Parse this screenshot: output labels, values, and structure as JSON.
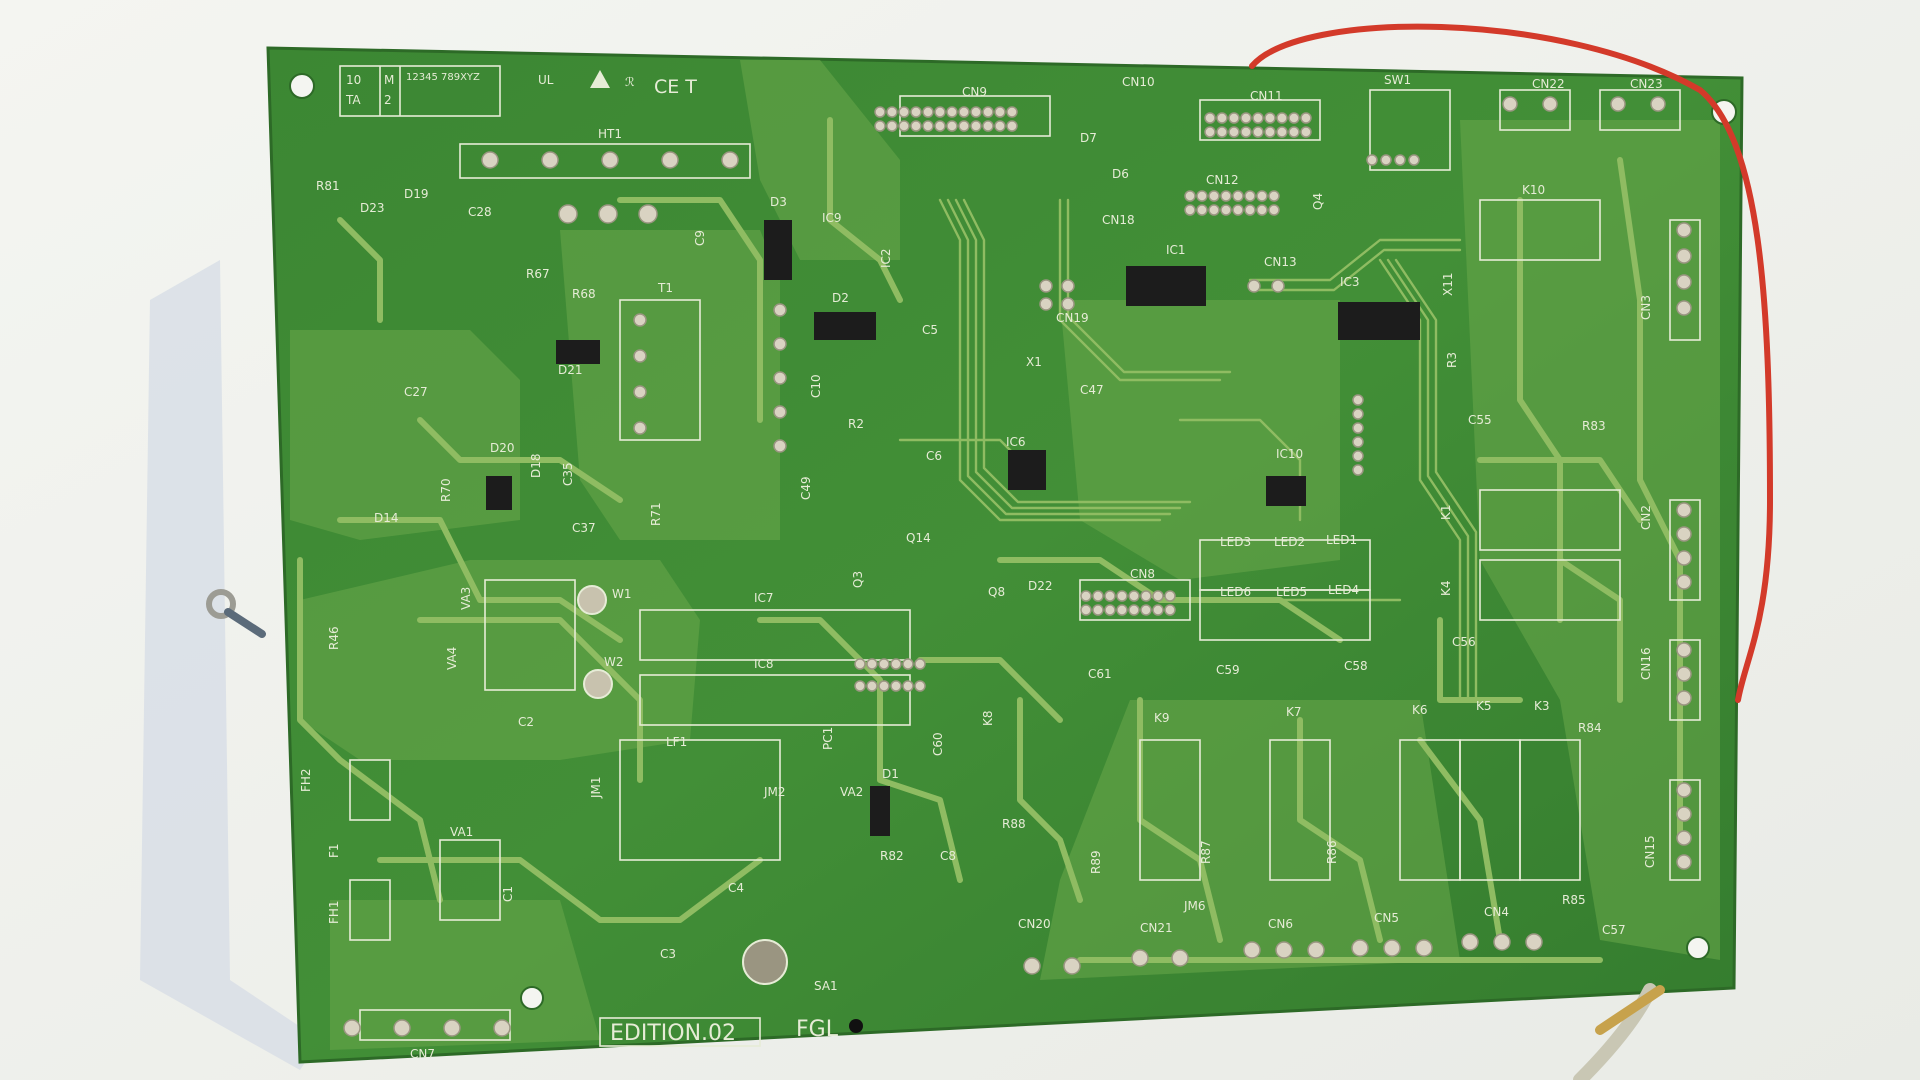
{
  "scene": {
    "description_colors": {
      "board": "#3f8a35",
      "board_dark": "#2f6f2a",
      "trace": "#8fbc62",
      "silkscreen": "#e6ecd6",
      "background": "#f1f2ee",
      "wire_red": "#d33a2a"
    }
  },
  "board": {
    "header_codes": {
      "a": "10",
      "b": "TA",
      "c": "M",
      "d": "2",
      "e": "12345  789XYZ"
    },
    "cert_marks": "CE  T",
    "edition": "EDITION.02",
    "fgl": "FGL"
  },
  "labels": {
    "HT1": "HT1",
    "R81": "R81",
    "D23": "D23",
    "D19": "D19",
    "C28": "C28",
    "C9": "C9",
    "D3": "D3",
    "IC9": "IC9",
    "CN9": "CN9",
    "CN10": "CN10",
    "CN11": "CN11",
    "SW1": "SW1",
    "CN22": "CN22",
    "CN23": "CN23",
    "D7": "D7",
    "D6": "D6",
    "CN18": "CN18",
    "CN12": "CN12",
    "IC1": "IC1",
    "Q4": "Q4",
    "K10": "K10",
    "R67": "R67",
    "R68": "R68",
    "T1": "T1",
    "D2": "D2",
    "IC2": "IC2",
    "CN19": "CN19",
    "CN13": "CN13",
    "IC3": "IC3",
    "X11": "X11",
    "CN3": "CN3",
    "D21": "D21",
    "C5": "C5",
    "C27": "C27",
    "C10": "C10",
    "R2": "R2",
    "X1": "X1",
    "C47": "C47",
    "R3": "R3",
    "C55": "C55",
    "R83": "R83",
    "D20": "D20",
    "D18": "D18",
    "R70": "R70",
    "C35": "C35",
    "C6": "C6",
    "IC6": "IC6",
    "IC10": "IC10",
    "R71": "R71",
    "C49": "C49",
    "D14": "D14",
    "C37": "C37",
    "Q14": "Q14",
    "LED3": "LED3",
    "LED2": "LED2",
    "LED1": "LED1",
    "K1": "K1",
    "CN2": "CN2",
    "K4": "K4",
    "W1": "W1",
    "VA3": "VA3",
    "IC7": "IC7",
    "Q3": "Q3",
    "Q8": "Q8",
    "D22": "D22",
    "CN8": "CN8",
    "LED6": "LED6",
    "LED5": "LED5",
    "LED4": "LED4",
    "R46": "R46",
    "VA4": "VA4",
    "W2": "W2",
    "IC8": "IC8",
    "C61": "C61",
    "C59": "C59",
    "C58": "C58",
    "C56": "C56",
    "CN16": "CN16",
    "C2": "C2",
    "K9": "K9",
    "K7": "K7",
    "K6": "K6",
    "K5": "K5",
    "K3": "K3",
    "R84": "R84",
    "K8": "K8",
    "C60": "C60",
    "FH2": "FH2",
    "LF1": "LF1",
    "PC1": "PC1",
    "JM1": "JM1",
    "JM2": "JM2",
    "VA2": "VA2",
    "D1": "D1",
    "F1": "F1",
    "VA1": "VA1",
    "C1": "C1",
    "R88": "R88",
    "R89": "R89",
    "R87": "R87",
    "R86": "R86",
    "CN15": "CN15",
    "C4": "C4",
    "R82": "R82",
    "C8": "C8",
    "FH1": "FH1",
    "JM6": "JM6",
    "CN20": "CN20",
    "CN21": "CN21",
    "CN6": "CN6",
    "CN5": "CN5",
    "CN4": "CN4",
    "R85": "R85",
    "C57": "C57",
    "C3": "C3",
    "SA1": "SA1",
    "CN7": "CN7"
  }
}
